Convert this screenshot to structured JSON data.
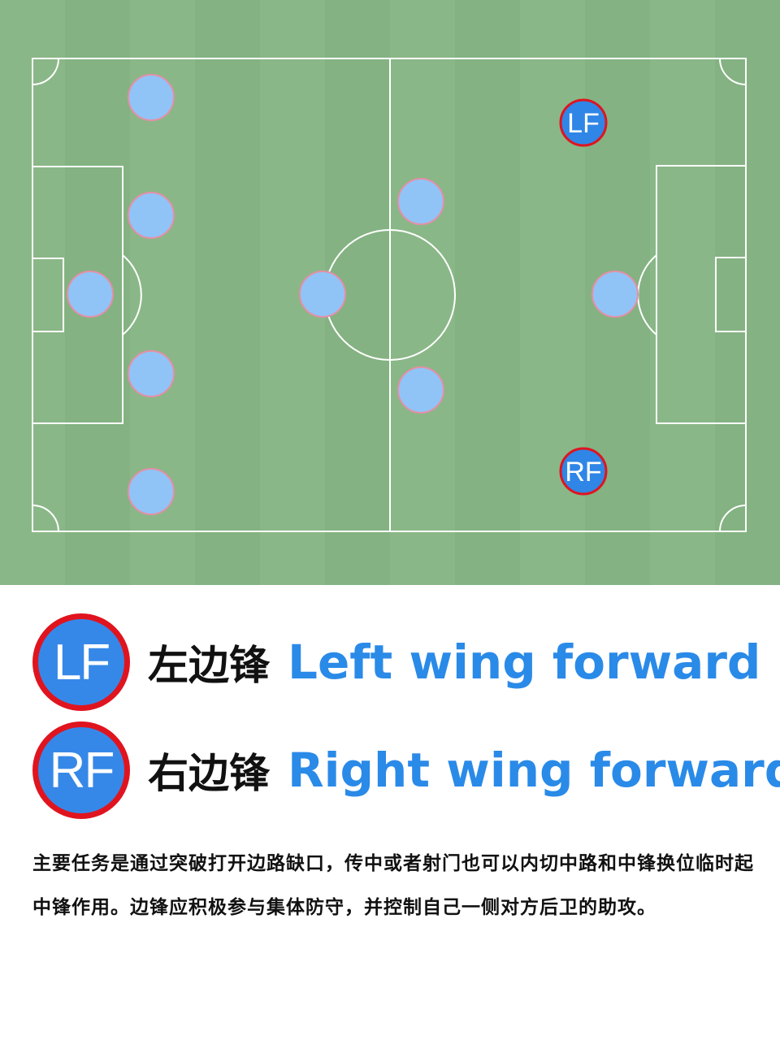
{
  "pitch": {
    "colors": {
      "grass_a": "#8ab787",
      "grass_b": "#84b282",
      "lines": "#ffffff",
      "player_fill": "#90c4f7",
      "player_outline": "#e58fa6",
      "highlight_fill": "#2f86e6",
      "highlight_outline": "#e0141f"
    },
    "highlighted_positions": [
      {
        "label": "LF"
      },
      {
        "label": "RF"
      }
    ]
  },
  "legend": [
    {
      "badge": "LF",
      "cn": "左边锋",
      "en": "Left wing forward"
    },
    {
      "badge": "RF",
      "cn": "右边锋",
      "en": "Right wing forward"
    }
  ],
  "description": "主要任务是通过突破打开边路缺口，传中或者射门也可以内切中路和中锋换位临时起中锋作用。边锋应积极参与集体防守，并控制自己一侧对方后卫的助攻。"
}
